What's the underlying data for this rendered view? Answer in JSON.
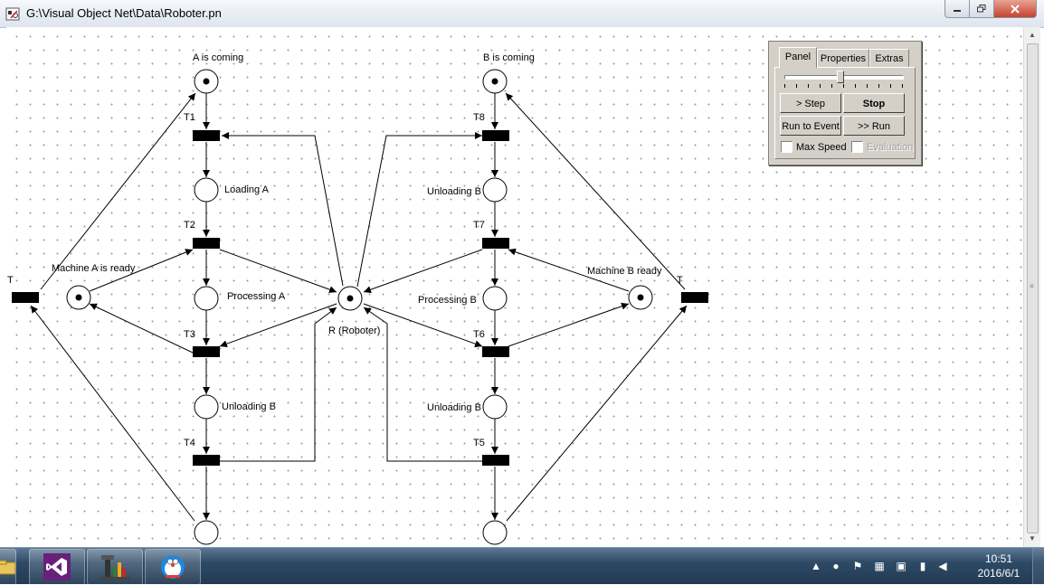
{
  "window": {
    "title": "G:\\Visual Object Net\\Data\\Roboter.pn"
  },
  "colors": {
    "tab_bar": "#d4d0c8",
    "canvas_dot": "#9a9a9a",
    "token": "#000000",
    "taskbar": "#2d4a66",
    "vs_purple": "#68217a"
  },
  "net": {
    "labels": {
      "a_coming": "A is coming",
      "b_coming": "B  is coming",
      "loading_a": "Loading A",
      "unloading_b_top": "Unloading B",
      "machine_a_ready": "Machine A is ready",
      "processing_a": "Processing A",
      "robot": "R (Roboter)",
      "processing_b": "Processing B",
      "machine_b_ready": "Machine B ready",
      "unloading_b_left": "Unloading B",
      "unloading_b_right": "Unloading B"
    },
    "transitions": {
      "t1": "T1",
      "t2": "T2",
      "t3": "T3",
      "t4": "T4",
      "t5": "T5",
      "t6": "T6",
      "t7": "T7",
      "t8": "T8",
      "t_left": "T",
      "t_right": "T"
    }
  },
  "panel": {
    "tabs": {
      "panel": "Panel",
      "properties": "Properties",
      "extras": "Extras"
    },
    "buttons": {
      "step": "> Step",
      "stop": "Stop",
      "run_to_event": "Run to Event",
      "run": ">> Run"
    },
    "checkboxes": {
      "max_speed": "Max Speed",
      "evaluation": "Evaluation"
    }
  },
  "taskbar": {
    "apps": [
      "visual-studio-icon",
      "petri-net-tool-icon",
      "doraemon-icon"
    ],
    "clock": {
      "time": "10:51",
      "date": "2016/6/1"
    }
  }
}
